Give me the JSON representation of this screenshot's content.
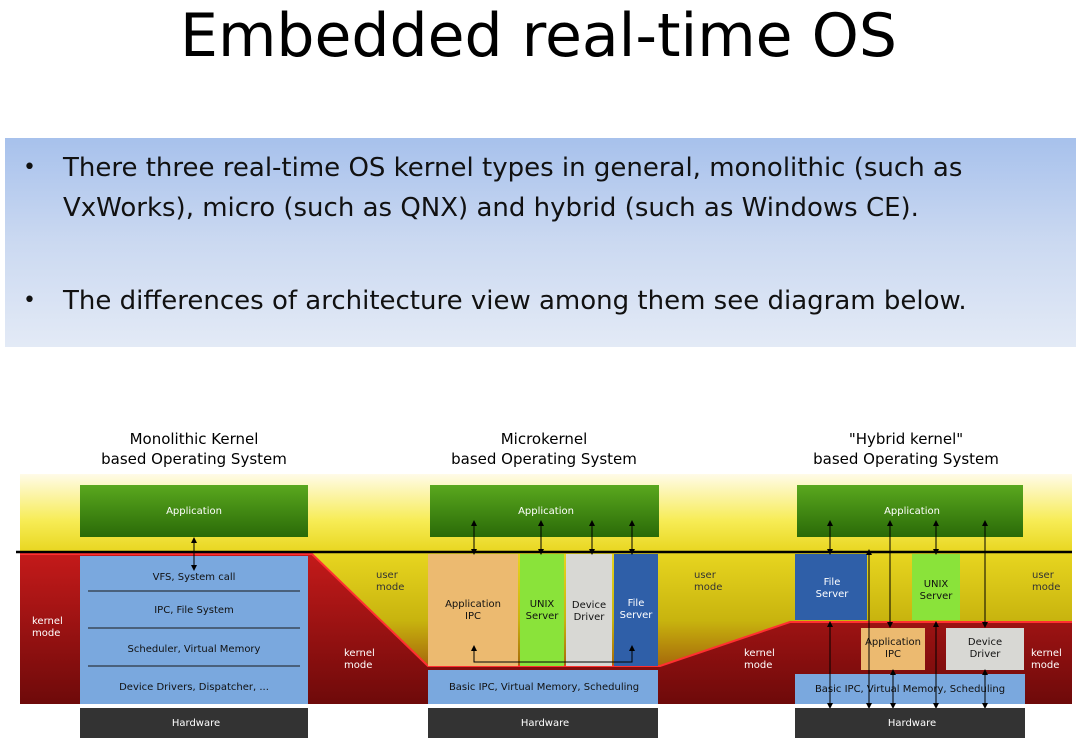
{
  "slide": {
    "title": "Embedded real-time OS",
    "bullets": [
      "There three real-time OS kernel types in general, monolithic (such as VxWorks), micro (such as QNX) and hybrid (such as Windows CE).",
      "The differences of architecture view among them see diagram below."
    ]
  },
  "diagram": {
    "user_mode_label": [
      "user",
      "mode"
    ],
    "kernel_mode_label": [
      "kernel",
      "mode"
    ],
    "monolithic": {
      "heading": [
        "Monolithic Kernel",
        "based Operating System"
      ],
      "application": "Application",
      "layers": [
        "VFS, System call",
        "IPC, File System",
        "Scheduler, Virtual Memory",
        "Device Drivers, Dispatcher, ..."
      ],
      "hardware": "Hardware"
    },
    "micro": {
      "heading": [
        "Microkernel",
        "based Operating System"
      ],
      "application": "Application",
      "servers": [
        [
          "Application",
          "IPC"
        ],
        [
          "UNIX",
          "Server"
        ],
        [
          "Device",
          "Driver"
        ],
        [
          "File",
          "Server"
        ]
      ],
      "core": "Basic IPC, Virtual Memory, Scheduling",
      "hardware": "Hardware"
    },
    "hybrid": {
      "heading": [
        "\"Hybrid kernel\"",
        "based Operating System"
      ],
      "application": "Application",
      "file_server": [
        "File",
        "Server"
      ],
      "unix_server": [
        "UNIX",
        "Server"
      ],
      "app_ipc": [
        "Application",
        "IPC"
      ],
      "device_driver": [
        "Device",
        "Driver"
      ],
      "core": "Basic IPC, Virtual Memory, Scheduling",
      "hardware": "Hardware"
    },
    "colors": {
      "user_band_top": "#fffbe0",
      "user_band_mid": "#f6e73a",
      "kernel_red": "#b01616",
      "kernel_dark": "#7a0c0c",
      "mode_line": "#000000",
      "application_green": "#3f8f12",
      "kernel_blue": "#7aa8de",
      "hardware": "#333333",
      "app_ipc_orange": "#ecba70",
      "unix_green": "#8ae33a",
      "driver_gray": "#d8d8d4",
      "file_server_blue": "#2f5fa8"
    }
  }
}
